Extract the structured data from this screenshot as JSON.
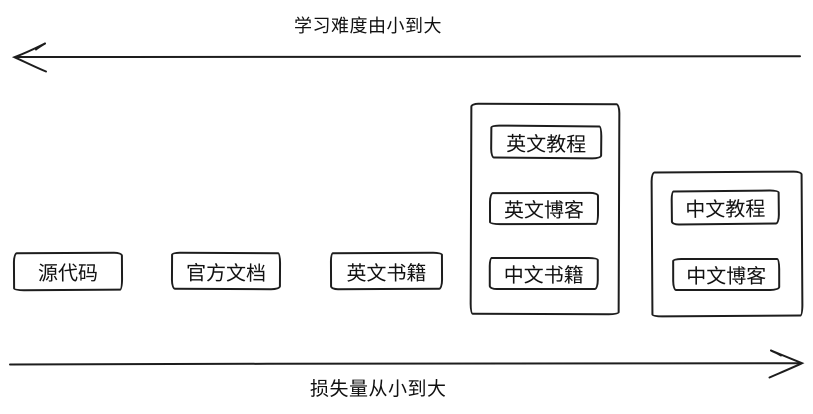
{
  "diagram": {
    "top_axis": {
      "label": "学习难度由小到大",
      "arrow_direction": "left"
    },
    "bottom_axis": {
      "label": "损失量从小到大",
      "arrow_direction": "right"
    },
    "standalone_boxes": [
      {
        "label": "源代码"
      },
      {
        "label": "官方文档"
      },
      {
        "label": "英文书籍"
      }
    ],
    "groups": [
      {
        "items": [
          {
            "label": "英文教程"
          },
          {
            "label": "英文博客"
          },
          {
            "label": "中文书籍"
          }
        ]
      },
      {
        "items": [
          {
            "label": "中文教程"
          },
          {
            "label": "中文博客"
          }
        ]
      }
    ],
    "colors": {
      "stroke": "#1d1d1d",
      "background": "#ffffff",
      "text": "#111111"
    }
  }
}
